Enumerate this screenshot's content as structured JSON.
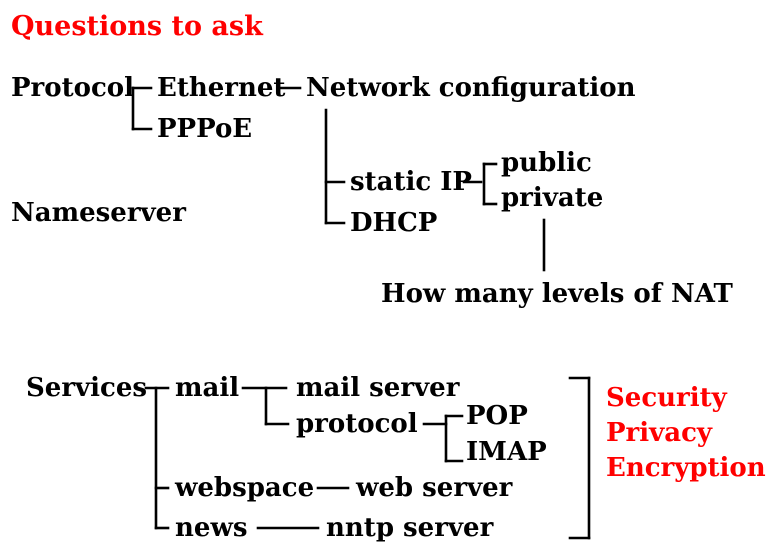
{
  "title": "Questions to ask",
  "protocol": {
    "label": "Protocol",
    "ethernet": "Ethernet",
    "pppoe": "PPPoE",
    "network_configuration": "Network configuration",
    "static_ip": "static IP",
    "dhcp": "DHCP",
    "public": "public",
    "private": "private",
    "nat_question": "How many levels of NAT"
  },
  "nameserver": "Nameserver",
  "services": {
    "label": "Services",
    "mail": "mail",
    "mail_server": "mail server",
    "protocol": "protocol",
    "pop": "POP",
    "imap": "IMAP",
    "webspace": "webspace",
    "web_server": "web server",
    "news": "news",
    "nntp_server": "nntp server"
  },
  "concerns": [
    "Security",
    "Privacy",
    "Encryption"
  ],
  "colors": {
    "accent": "#ff0000",
    "text": "#000000",
    "background": "#ffffff"
  }
}
